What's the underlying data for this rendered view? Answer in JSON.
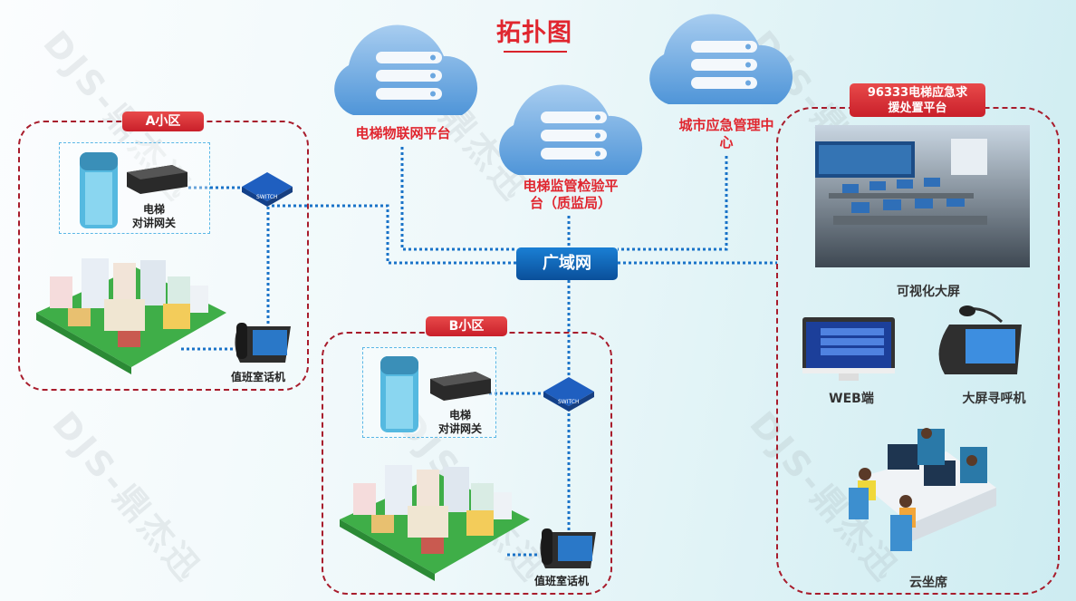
{
  "title": "拓扑图",
  "watermark": "DJS-鼎杰迅",
  "clouds": [
    {
      "label": "电梯物联网平台"
    },
    {
      "label_line1": "电梯监管检验平",
      "label_line2": "台（质监局）"
    },
    {
      "label_line1": "城市应急管理中",
      "label_line2": "心"
    }
  ],
  "wan": {
    "label": "广域网"
  },
  "zone_a": {
    "badge": "A小区",
    "gateway_line1": "电梯",
    "gateway_line2": "对讲网关",
    "switch_text": "SWITCH",
    "phone_label": "值班室话机"
  },
  "zone_b": {
    "badge": "B小区",
    "gateway_line1": "电梯",
    "gateway_line2": "对讲网关",
    "switch_text": "SWITCH",
    "phone_label": "值班室话机"
  },
  "platform": {
    "badge_line1": "96333电梯应急求",
    "badge_line2": "援处置平台",
    "big_screen_label": "可视化大屏",
    "web_label": "WEB端",
    "pager_label": "大屏寻呼机",
    "seats_label": "云坐席"
  },
  "colors": {
    "accent_red": "#e0262f",
    "zone_border": "#a81c2c",
    "link_blue": "#1a73c8",
    "wan_blue": "#0a5fb0"
  }
}
